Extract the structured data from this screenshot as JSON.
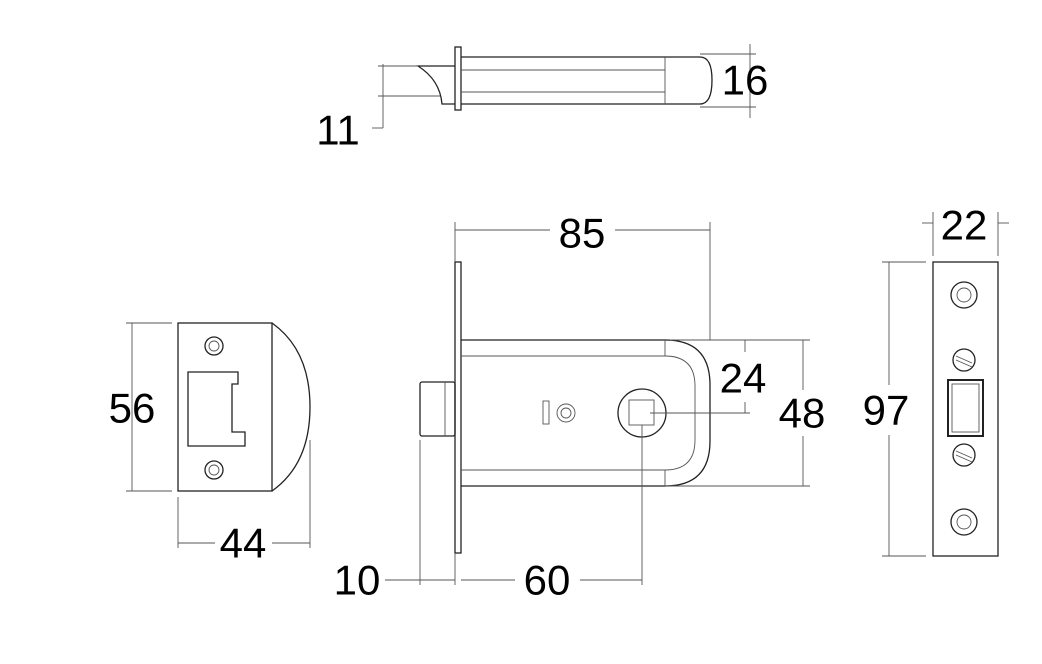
{
  "title": "Tubular latch dimension drawing",
  "dimensions": {
    "bolt_projection": "11",
    "bolt_diameter": "16",
    "overall_length": "85",
    "case_half_height": "24",
    "case_height": "48",
    "faceplate_height": "97",
    "faceplate_width": "22",
    "strike_height": "56",
    "strike_width": "44",
    "faceplate_thickness_offset": "10",
    "backset": "60"
  }
}
